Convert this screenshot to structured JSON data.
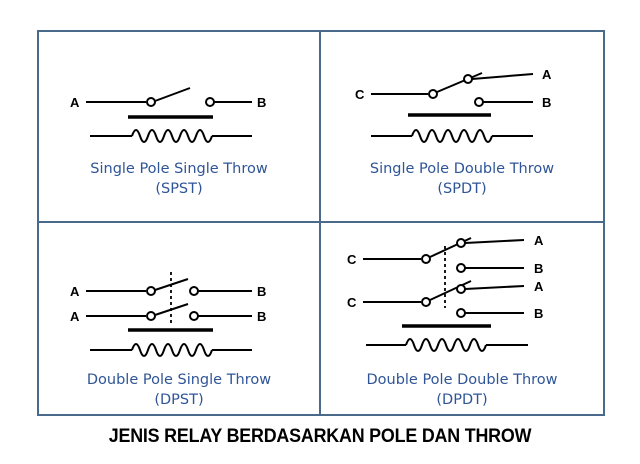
{
  "panels": [
    {
      "name": "Single Pole Single Throw",
      "abbr": "(SPST)",
      "terminals": [
        "A",
        "B"
      ]
    },
    {
      "name": "Single Pole Double Throw",
      "abbr": "(SPDT)",
      "terminals": [
        "C",
        "A",
        "B"
      ]
    },
    {
      "name": "Double Pole Single Throw",
      "abbr": "(DPST)",
      "terminals": [
        "A",
        "B",
        "A",
        "B"
      ]
    },
    {
      "name": "Double Pole Double Throw",
      "abbr": "(DPDT)",
      "terminals": [
        "C",
        "A",
        "B",
        "C",
        "A",
        "B"
      ]
    }
  ],
  "footer": {
    "title": "JENIS RELAY BERDASARKAN POLE DAN THROW"
  },
  "colors": {
    "border": "#4a6a8c",
    "caption": "#2f5597",
    "lines": "#000000"
  }
}
